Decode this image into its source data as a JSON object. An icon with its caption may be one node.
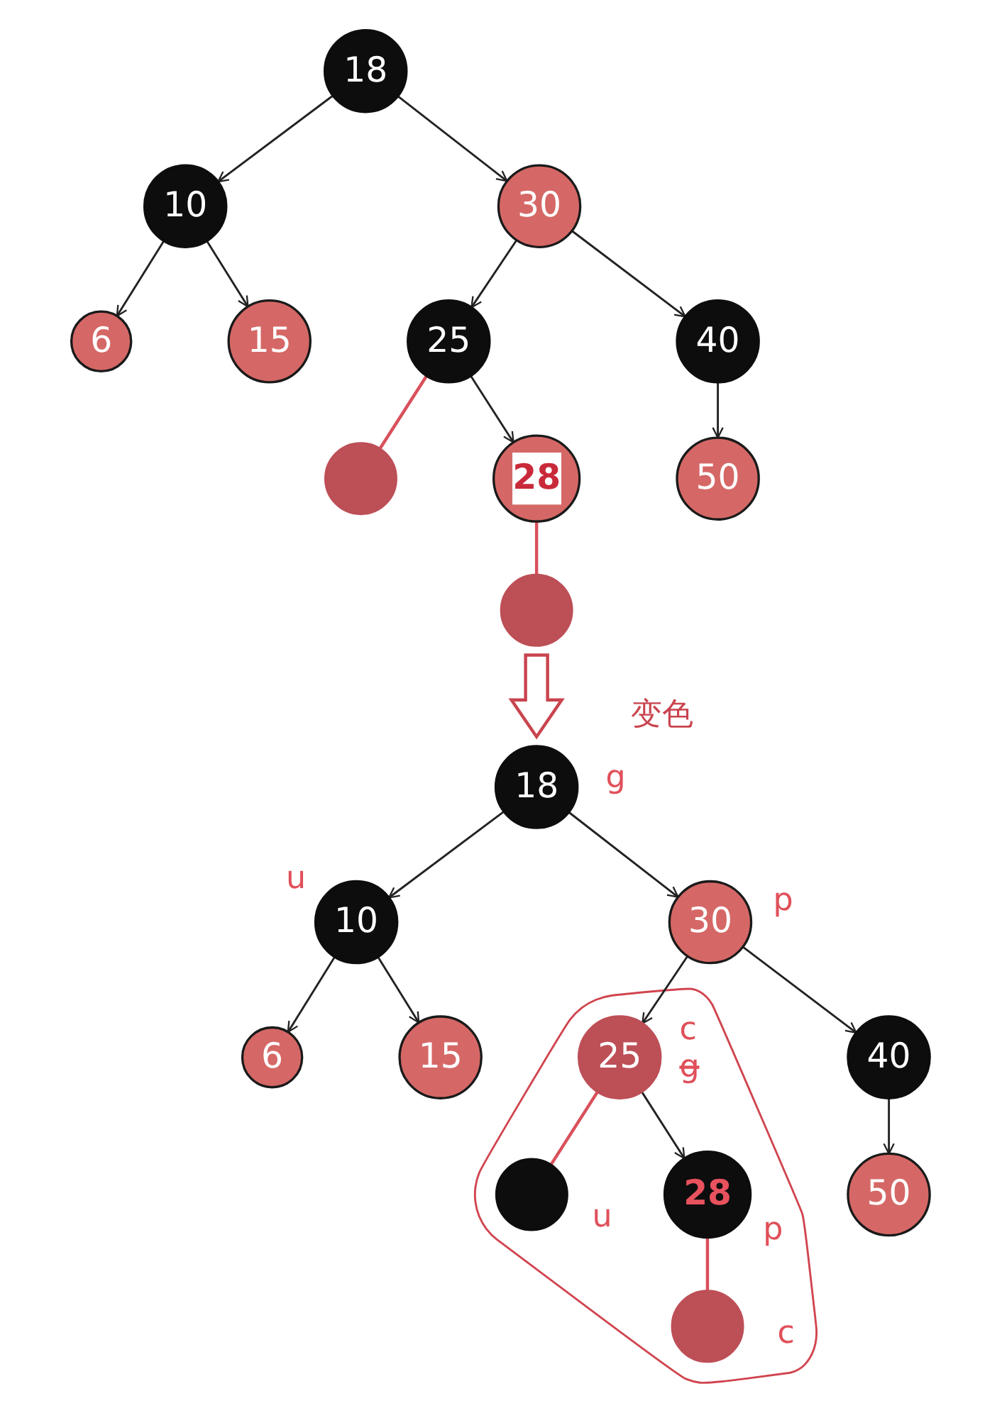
{
  "diagram": {
    "nodes": [
      {
        "text": [
          "18"
        ]
      },
      {
        "text": [
          "10"
        ]
      },
      {
        "text": [
          "30"
        ]
      },
      {
        "text": [
          "6"
        ]
      },
      {
        "text": [
          "15"
        ]
      },
      {
        "text": [
          "25"
        ]
      },
      {
        "text": [
          "40"
        ]
      },
      {
        "text": [],
        "shape": "circle"
      },
      {
        "text": [
          "28"
        ]
      },
      {
        "text": [
          "50"
        ]
      },
      {
        "text": [],
        "shape": "circle"
      },
      {
        "text": [
          "18"
        ],
        "beside": [
          "g"
        ]
      },
      {
        "text": [
          "10"
        ],
        "beside": [
          "u"
        ]
      },
      {
        "text": [
          "30"
        ],
        "beside": [
          "p"
        ]
      },
      {
        "text": [
          "6"
        ]
      },
      {
        "text": [
          "15"
        ]
      },
      {
        "text": [
          "25"
        ],
        "beside": [
          "c",
          "g"
        ]
      },
      {
        "text": [
          "40"
        ]
      },
      {
        "text": [],
        "shape": "circle",
        "beside": [
          "u"
        ]
      },
      {
        "text": [
          "28"
        ],
        "beside": [
          "p"
        ]
      },
      {
        "text": [
          "50"
        ]
      },
      {
        "text": [],
        "shape": "circle",
        "beside": [
          "c"
        ]
      }
    ],
    "edges": [
      {
        "from": 0,
        "to": 1,
        "arrow": "to"
      },
      {
        "from": 0,
        "to": 2,
        "arrow": "to"
      },
      {
        "from": 1,
        "to": 3,
        "arrow": "to"
      },
      {
        "from": 1,
        "to": 4,
        "arrow": "to"
      },
      {
        "from": 2,
        "to": 5,
        "arrow": "to"
      },
      {
        "from": 2,
        "to": 6,
        "arrow": "to"
      },
      {
        "from": 5,
        "to": 7,
        "arrow": "none",
        "color": "#d9505b"
      },
      {
        "from": 5,
        "to": 8,
        "arrow": "to"
      },
      {
        "from": 6,
        "to": 9,
        "arrow": "to"
      },
      {
        "from": 8,
        "to": 10,
        "arrow": "none",
        "color": "#d9505b"
      },
      {
        "from": 10,
        "to": 11,
        "arrow": "to",
        "label": "变色",
        "style": "thick",
        "color": "#c9444e"
      },
      {
        "from": 11,
        "to": 12,
        "arrow": "to"
      },
      {
        "from": 11,
        "to": 13,
        "arrow": "to"
      },
      {
        "from": 12,
        "to": 14,
        "arrow": "to"
      },
      {
        "from": 12,
        "to": 15,
        "arrow": "to"
      },
      {
        "from": 13,
        "to": 16,
        "arrow": "to"
      },
      {
        "from": 13,
        "to": 17,
        "arrow": "to"
      },
      {
        "from": 16,
        "to": 18,
        "arrow": "none",
        "color": "#d9505b"
      },
      {
        "from": 16,
        "to": 19,
        "arrow": "to"
      },
      {
        "from": 17,
        "to": 20,
        "arrow": "to"
      },
      {
        "from": 19,
        "to": 21,
        "arrow": "none",
        "color": "#d9505b"
      }
    ]
  }
}
